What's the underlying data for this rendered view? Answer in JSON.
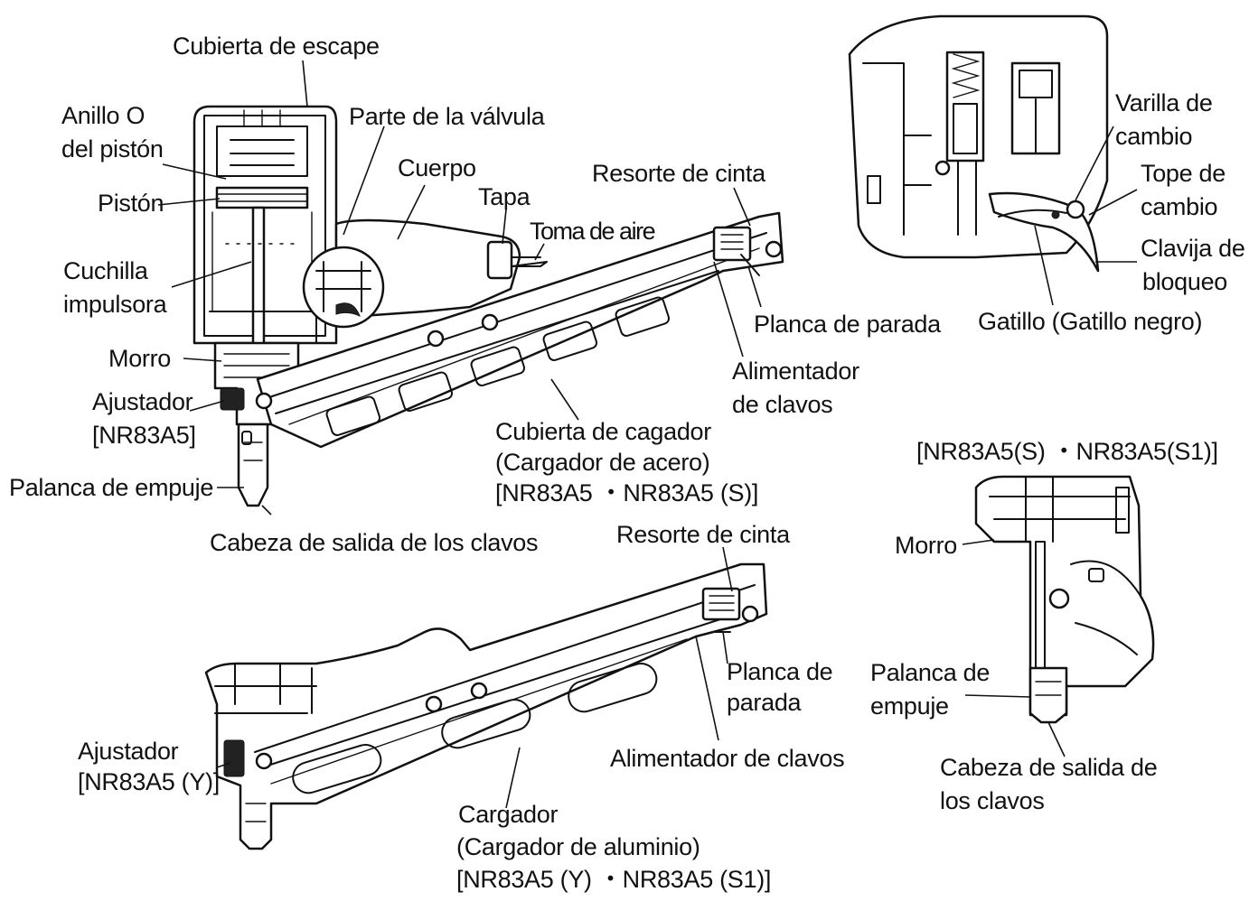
{
  "labels": {
    "cubierta_escape": "Cubierta de escape",
    "anillo_o_1": "Anillo O",
    "anillo_o_2": "del pistón",
    "parte_valvula": "Parte de la válvula",
    "cuerpo": "Cuerpo",
    "resorte_cinta_top": "Resorte de cinta",
    "tapa": "Tapa",
    "piston": "Pistón",
    "toma_aire": "Toma de aire",
    "cuchilla_1": "Cuchilla",
    "cuchilla_2": "impulsora",
    "planca_parada_top": "Planca de parada",
    "morro_main": "Morro",
    "alimentador_top_1": "Alimentador",
    "alimentador_top_2": "de clavos",
    "ajustador_top_1": "Ajustador",
    "ajustador_top_2": "[NR83A5]",
    "cubierta_cargador_1": "Cubierta de cagador",
    "cubierta_cargador_2": "(Cargador de acero)",
    "cubierta_cargador_3": "[NR83A5 ・NR83A5 (S)]",
    "palanca_main": "Palanca de empuje",
    "cabeza_main": "Cabeza de salida de los clavos",
    "resorte_cinta_bottom": "Resorte de cinta",
    "planca_parada_bottom_1": "Planca de",
    "planca_parada_bottom_2": "parada",
    "ajustador_bottom_1": "Ajustador",
    "ajustador_bottom_2": "[NR83A5 (Y)]",
    "alimentador_bottom": "Alimentador de clavos",
    "cargador_1": "Cargador",
    "cargador_2": "(Cargador de aluminio)",
    "cargador_3": "[NR83A5 (Y) ・NR83A5 (S1)]",
    "varilla_1": "Varilla de",
    "varilla_2": "cambio",
    "tope_1": "Tope de",
    "tope_2": "cambio",
    "clavija_1": "Clavija de",
    "clavija_2": "bloqueo",
    "gatillo": "Gatillo (Gatillo negro)",
    "variant_heading": "[NR83A5(S) ・NR83A5(S1)]",
    "morro_variant": "Morro",
    "palanca_variant_1": "Palanca de",
    "palanca_variant_2": "empuje",
    "cabeza_variant_1": "Cabeza de salida de",
    "cabeza_variant_2": "los clavos"
  }
}
